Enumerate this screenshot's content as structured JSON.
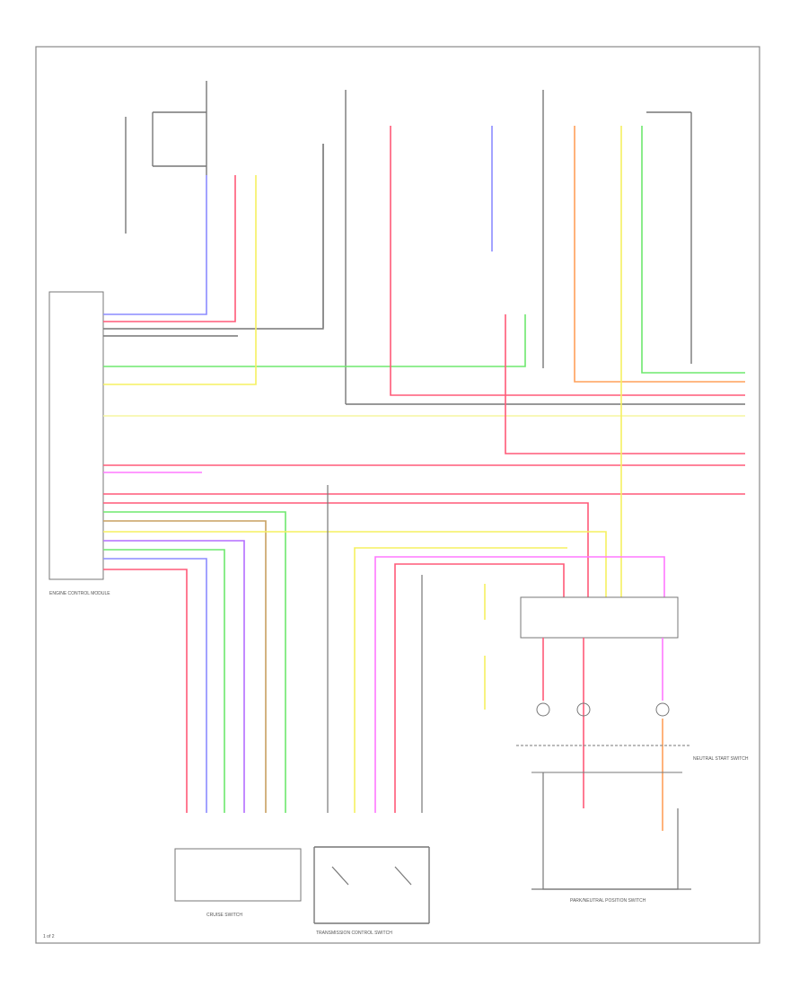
{
  "page": {
    "page_label": "1 of 2"
  },
  "wire_colors": {
    "blue": "#8c8cff",
    "red": "#ff5a78",
    "yellow": "#f5f060",
    "green": "#6ee86e",
    "orange": "#ffa05a",
    "pink": "#ff78ff",
    "violet": "#b46eff",
    "lightyellow": "#f5f5a0",
    "tan": "#c8a060",
    "gray": "#777777"
  },
  "components": {
    "ecm": "ENGINE CONTROL MODULE",
    "cruise_switch": "CRUISE SWITCH",
    "transmission_control_switch": "TRANSMISSION CONTROL SWITCH",
    "park_neutral_switch": "PARK/NEUTRAL POSITION SWITCH",
    "neutral_start_switch": "NEUTRAL START SWITCH"
  }
}
